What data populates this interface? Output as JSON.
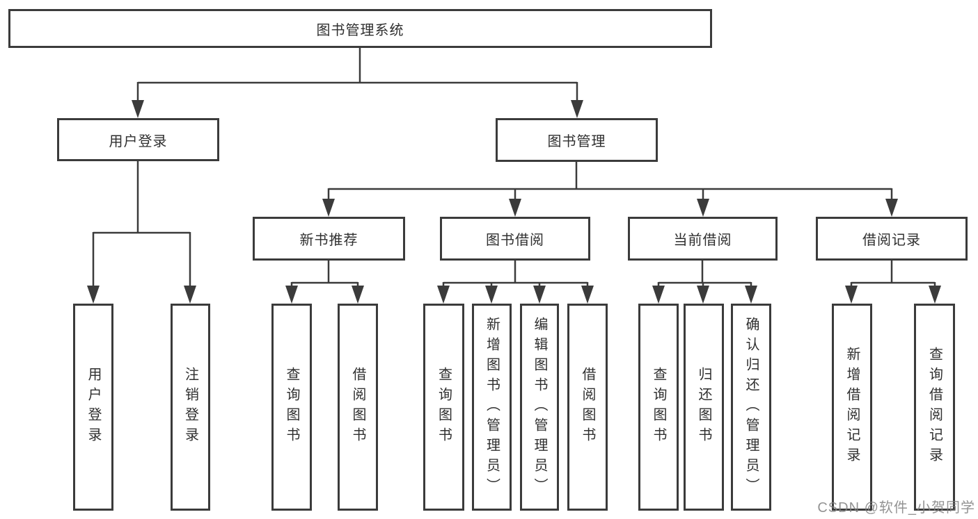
{
  "diagram": {
    "title": "图书管理系统",
    "branches": [
      {
        "label": "用户登录",
        "children": [
          {
            "label": "用户登录"
          },
          {
            "label": "注销登录"
          }
        ]
      },
      {
        "label": "图书管理",
        "children": [
          {
            "label": "新书推荐",
            "children": [
              {
                "label": "查询图书"
              },
              {
                "label": "借阅图书"
              }
            ]
          },
          {
            "label": "图书借阅",
            "children": [
              {
                "label": "查询图书"
              },
              {
                "label": "新增图书（管理员）"
              },
              {
                "label": "编辑图书（管理员）"
              },
              {
                "label": "借阅图书"
              }
            ]
          },
          {
            "label": "当前借阅",
            "children": [
              {
                "label": "查询图书"
              },
              {
                "label": "归还图书"
              },
              {
                "label": "确认归还（管理员）"
              }
            ]
          },
          {
            "label": "借阅记录",
            "children": [
              {
                "label": "新增借阅记录"
              },
              {
                "label": "查询借阅记录"
              }
            ]
          }
        ]
      }
    ]
  },
  "watermark": "CSDN @软件_小贺同学",
  "colors": {
    "line": "#3b3b3b",
    "text": "#2f2f2f",
    "background": "#ffffff",
    "watermark": "#808080"
  }
}
